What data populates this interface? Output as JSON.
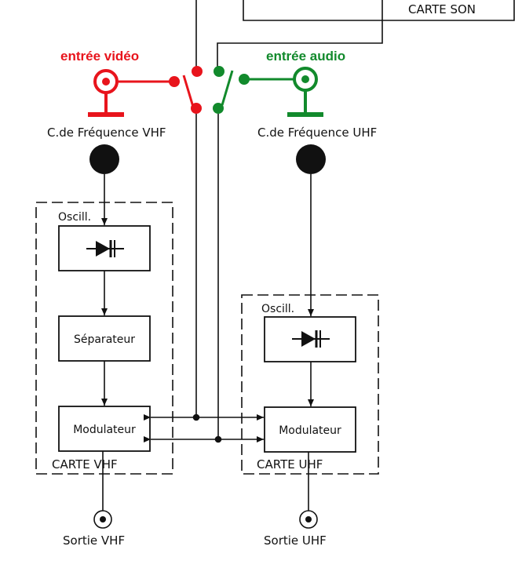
{
  "colors": {
    "line": "#111111",
    "video": "#e8141c",
    "audio": "#128a2c"
  },
  "inputs": {
    "video_label": "entrée vidéo",
    "audio_label": "entrée audio"
  },
  "frequency": {
    "vhf_label": "C.de  Fréquence VHF",
    "uhf_label": "C.de  Fréquence UHF"
  },
  "cards": {
    "son_label": "CARTE  SON",
    "vhf": {
      "osc_label": "Oscill.",
      "separator_label": "Séparateur",
      "modulator_label": "Modulateur",
      "card_label": "CARTE   VHF"
    },
    "uhf": {
      "osc_label": "Oscill.",
      "modulator_label": "Modulateur",
      "card_label": "CARTE  UHF"
    }
  },
  "outputs": {
    "vhf_label": "Sortie  VHF",
    "uhf_label": "Sortie  UHF"
  },
  "icons": [
    "diode-icon",
    "connector-icon",
    "knob-icon",
    "switch-icon",
    "ground-icon"
  ]
}
